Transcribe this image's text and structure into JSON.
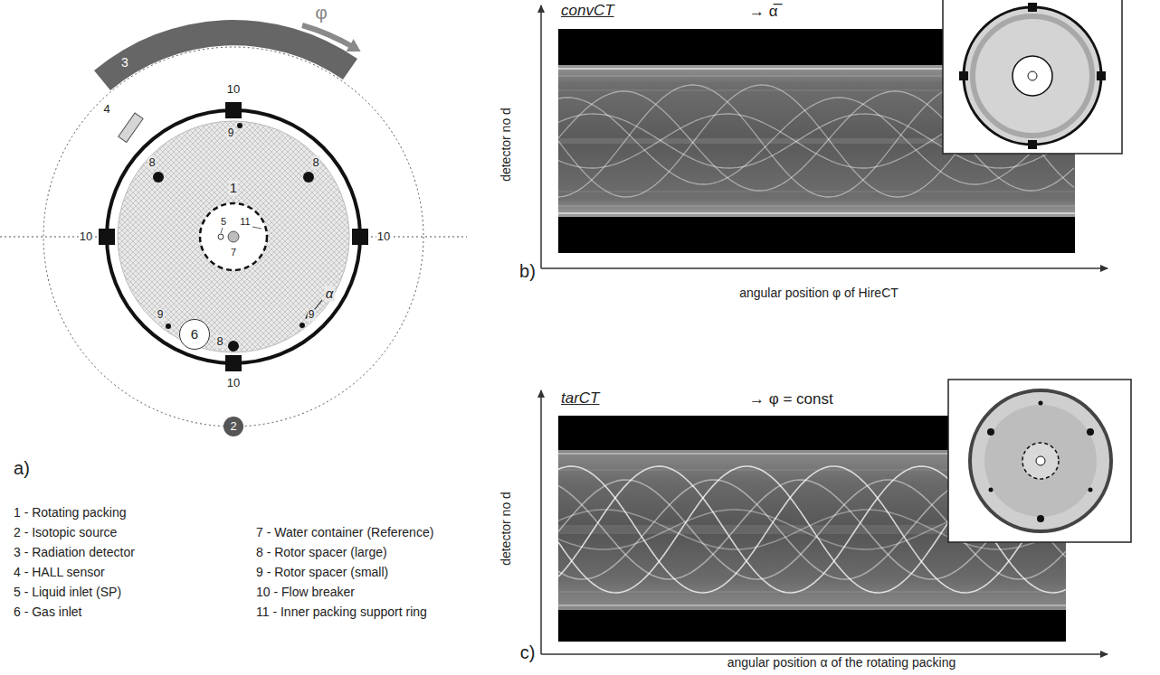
{
  "diagram": {
    "nodes": [
      {
        "text": [
          "3"
        ]
      },
      {
        "text": [
          "2"
        ]
      },
      {
        "text": [
          "6"
        ]
      }
    ],
    "labels": [
      "φ",
      "4",
      "10",
      "10",
      "10",
      "10",
      "9",
      "8",
      "8",
      "1",
      "5",
      "11",
      "7",
      "9",
      "α",
      "9",
      "8",
      "a)",
      "1 - Rotating packing",
      "2 - Isotopic source",
      "3 - Radiation detector",
      "4 - HALL sensor",
      "5 - Liquid inlet (SP)",
      "6 - Gas inlet",
      "7 - Water container (Reference)",
      "8 - Rotor spacer (large)",
      "9 - Rotor spacer (small)",
      "10 - Flow breaker",
      "11 - Inner packing support ring",
      "convCT",
      "→ α̅",
      "detector no d",
      "b)",
      "angular position φ of HireCT",
      "tarCT",
      "→ φ = const",
      "detector no d",
      "c)",
      "angular position α of the rotating packing"
    ]
  }
}
